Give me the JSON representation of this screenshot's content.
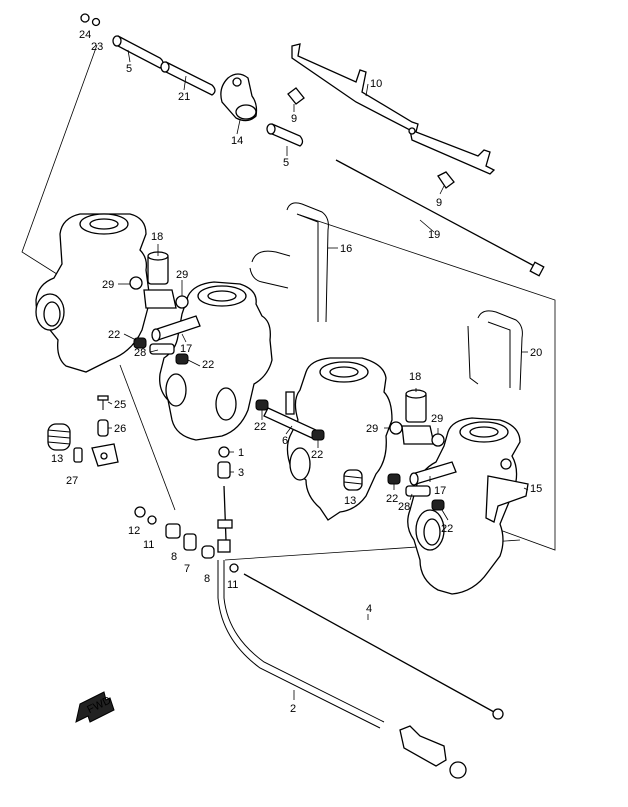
{
  "diagram": {
    "callouts": [
      {
        "id": "c24a",
        "text": "24"
      },
      {
        "id": "c23",
        "text": "23"
      },
      {
        "id": "c5a",
        "text": "5"
      },
      {
        "id": "c21",
        "text": "21"
      },
      {
        "id": "c14",
        "text": "14"
      },
      {
        "id": "c9a",
        "text": "9"
      },
      {
        "id": "c10",
        "text": "10"
      },
      {
        "id": "c5b",
        "text": "5"
      },
      {
        "id": "c9b",
        "text": "9"
      },
      {
        "id": "c19",
        "text": "19"
      },
      {
        "id": "c16",
        "text": "16"
      },
      {
        "id": "c18a",
        "text": "18"
      },
      {
        "id": "c29a",
        "text": "29"
      },
      {
        "id": "c29b",
        "text": "29"
      },
      {
        "id": "c22a",
        "text": "22"
      },
      {
        "id": "c17a",
        "text": "17"
      },
      {
        "id": "c28a",
        "text": "28"
      },
      {
        "id": "c22b",
        "text": "22"
      },
      {
        "id": "c20",
        "text": "20"
      },
      {
        "id": "c25",
        "text": "25"
      },
      {
        "id": "c26",
        "text": "26"
      },
      {
        "id": "c13a",
        "text": "13"
      },
      {
        "id": "c27",
        "text": "27"
      },
      {
        "id": "c1",
        "text": "1"
      },
      {
        "id": "c3",
        "text": "3"
      },
      {
        "id": "c22c",
        "text": "22"
      },
      {
        "id": "c6",
        "text": "6"
      },
      {
        "id": "c22d",
        "text": "22"
      },
      {
        "id": "c13b",
        "text": "13"
      },
      {
        "id": "c18b",
        "text": "18"
      },
      {
        "id": "c29c",
        "text": "29"
      },
      {
        "id": "c29d",
        "text": "29"
      },
      {
        "id": "c15",
        "text": "15"
      },
      {
        "id": "c22e",
        "text": "22"
      },
      {
        "id": "c17b",
        "text": "17"
      },
      {
        "id": "c28b",
        "text": "28"
      },
      {
        "id": "c22f",
        "text": "22"
      },
      {
        "id": "c12",
        "text": "12"
      },
      {
        "id": "c11a",
        "text": "11"
      },
      {
        "id": "c8a",
        "text": "8"
      },
      {
        "id": "c7",
        "text": "7"
      },
      {
        "id": "c8b",
        "text": "8"
      },
      {
        "id": "c11b",
        "text": "11"
      },
      {
        "id": "c4",
        "text": "4"
      },
      {
        "id": "c2",
        "text": "2"
      }
    ],
    "fwd_label": "FWD"
  }
}
